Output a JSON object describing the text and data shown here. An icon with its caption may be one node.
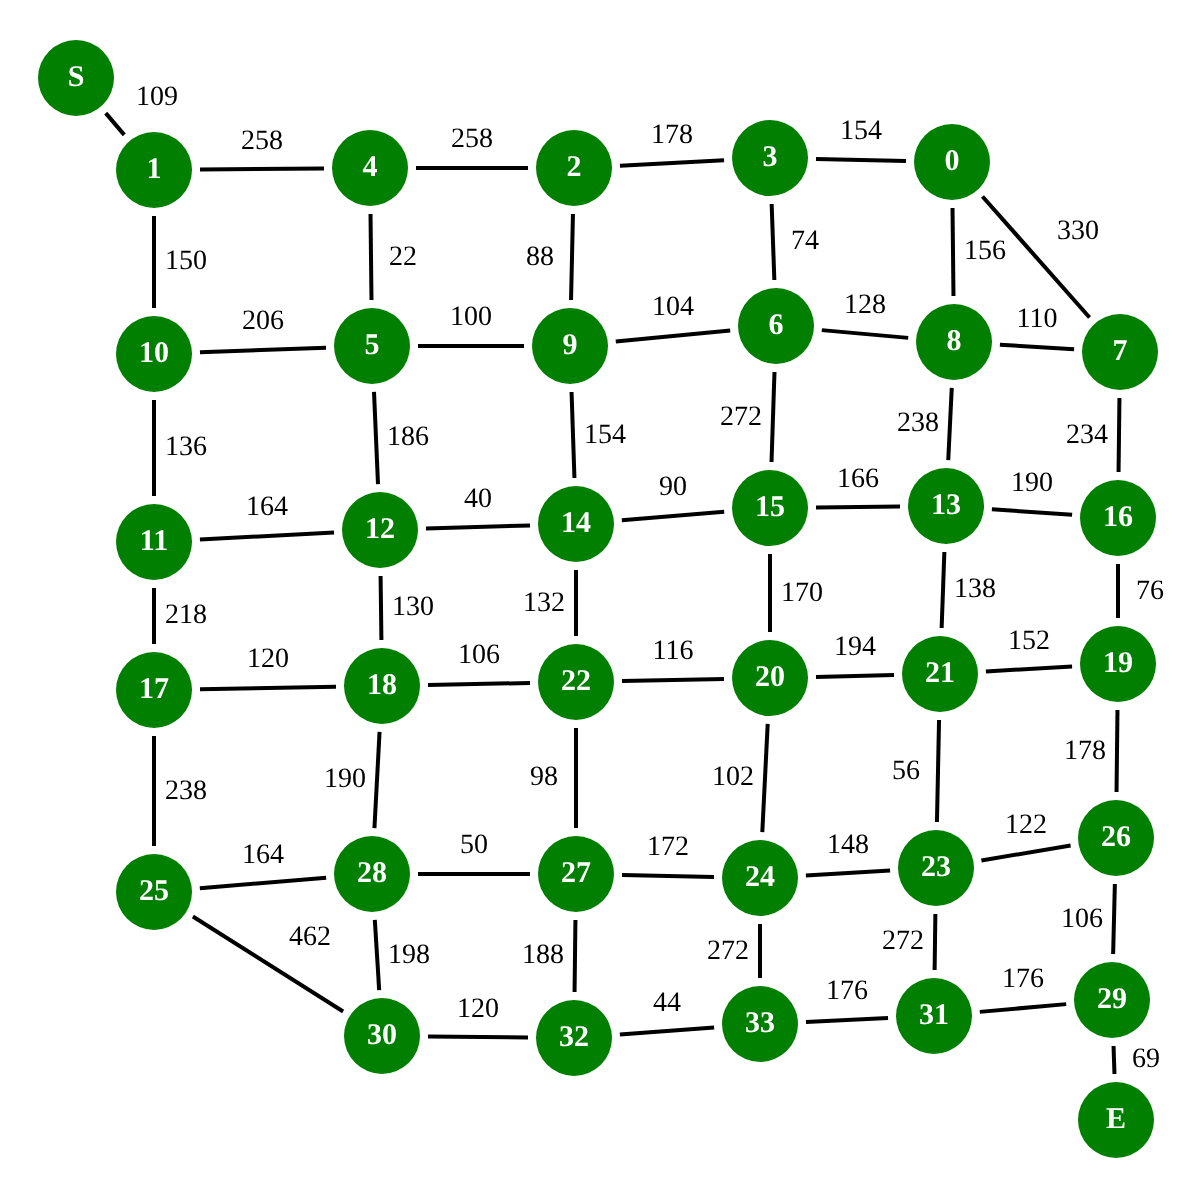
{
  "diagram": {
    "nodes": [
      {
        "text": [
          "S"
        ]
      },
      {
        "text": [
          "1"
        ]
      },
      {
        "text": [
          "4"
        ]
      },
      {
        "text": [
          "2"
        ]
      },
      {
        "text": [
          "3"
        ]
      },
      {
        "text": [
          "0"
        ]
      },
      {
        "text": [
          "10"
        ]
      },
      {
        "text": [
          "5"
        ]
      },
      {
        "text": [
          "9"
        ]
      },
      {
        "text": [
          "6"
        ]
      },
      {
        "text": [
          "8"
        ]
      },
      {
        "text": [
          "7"
        ]
      },
      {
        "text": [
          "11"
        ]
      },
      {
        "text": [
          "12"
        ]
      },
      {
        "text": [
          "14"
        ]
      },
      {
        "text": [
          "15"
        ]
      },
      {
        "text": [
          "13"
        ]
      },
      {
        "text": [
          "16"
        ]
      },
      {
        "text": [
          "17"
        ]
      },
      {
        "text": [
          "18"
        ]
      },
      {
        "text": [
          "22"
        ]
      },
      {
        "text": [
          "20"
        ]
      },
      {
        "text": [
          "21"
        ]
      },
      {
        "text": [
          "19"
        ]
      },
      {
        "text": [
          "25"
        ]
      },
      {
        "text": [
          "28"
        ]
      },
      {
        "text": [
          "27"
        ]
      },
      {
        "text": [
          "24"
        ]
      },
      {
        "text": [
          "23"
        ]
      },
      {
        "text": [
          "26"
        ]
      },
      {
        "text": [
          "30"
        ]
      },
      {
        "text": [
          "32"
        ]
      },
      {
        "text": [
          "33"
        ]
      },
      {
        "text": [
          "31"
        ]
      },
      {
        "text": [
          "29"
        ]
      },
      {
        "text": [
          "E"
        ]
      }
    ],
    "edges": [
      {
        "from": 0,
        "to": 1,
        "arrow": "none",
        "label": "109"
      },
      {
        "from": 1,
        "to": 2,
        "arrow": "none",
        "label": "258"
      },
      {
        "from": 2,
        "to": 3,
        "arrow": "none",
        "label": "258"
      },
      {
        "from": 3,
        "to": 4,
        "arrow": "none",
        "label": "178"
      },
      {
        "from": 4,
        "to": 5,
        "arrow": "none",
        "label": "154"
      },
      {
        "from": 5,
        "to": 11,
        "arrow": "none",
        "label": "330"
      },
      {
        "from": 1,
        "to": 6,
        "arrow": "none",
        "label": "150"
      },
      {
        "from": 2,
        "to": 7,
        "arrow": "none",
        "label": "22"
      },
      {
        "from": 3,
        "to": 8,
        "arrow": "none",
        "label": "88"
      },
      {
        "from": 4,
        "to": 9,
        "arrow": "none",
        "label": "74"
      },
      {
        "from": 5,
        "to": 10,
        "arrow": "none",
        "label": "156"
      },
      {
        "from": 6,
        "to": 7,
        "arrow": "none",
        "label": "206"
      },
      {
        "from": 7,
        "to": 8,
        "arrow": "none",
        "label": "100"
      },
      {
        "from": 8,
        "to": 9,
        "arrow": "none",
        "label": "104"
      },
      {
        "from": 9,
        "to": 10,
        "arrow": "none",
        "label": "128"
      },
      {
        "from": 10,
        "to": 11,
        "arrow": "none",
        "label": "110"
      },
      {
        "from": 6,
        "to": 12,
        "arrow": "none",
        "label": "136"
      },
      {
        "from": 7,
        "to": 13,
        "arrow": "none",
        "label": "186"
      },
      {
        "from": 8,
        "to": 14,
        "arrow": "none",
        "label": "154"
      },
      {
        "from": 9,
        "to": 15,
        "arrow": "none",
        "label": "272"
      },
      {
        "from": 10,
        "to": 16,
        "arrow": "none",
        "label": "238"
      },
      {
        "from": 11,
        "to": 17,
        "arrow": "none",
        "label": "234"
      },
      {
        "from": 12,
        "to": 13,
        "arrow": "none",
        "label": "164"
      },
      {
        "from": 13,
        "to": 14,
        "arrow": "none",
        "label": "40"
      },
      {
        "from": 14,
        "to": 15,
        "arrow": "none",
        "label": "90"
      },
      {
        "from": 15,
        "to": 16,
        "arrow": "none",
        "label": "166"
      },
      {
        "from": 16,
        "to": 17,
        "arrow": "none",
        "label": "190"
      },
      {
        "from": 12,
        "to": 18,
        "arrow": "none",
        "label": "218"
      },
      {
        "from": 13,
        "to": 19,
        "arrow": "none",
        "label": "130"
      },
      {
        "from": 14,
        "to": 20,
        "arrow": "none",
        "label": "132"
      },
      {
        "from": 15,
        "to": 21,
        "arrow": "none",
        "label": "170"
      },
      {
        "from": 16,
        "to": 22,
        "arrow": "none",
        "label": "138"
      },
      {
        "from": 17,
        "to": 23,
        "arrow": "none",
        "label": "76"
      },
      {
        "from": 18,
        "to": 19,
        "arrow": "none",
        "label": "120"
      },
      {
        "from": 19,
        "to": 20,
        "arrow": "none",
        "label": "106"
      },
      {
        "from": 20,
        "to": 21,
        "arrow": "none",
        "label": "116"
      },
      {
        "from": 21,
        "to": 22,
        "arrow": "none",
        "label": "194"
      },
      {
        "from": 22,
        "to": 23,
        "arrow": "none",
        "label": "152"
      },
      {
        "from": 18,
        "to": 24,
        "arrow": "none",
        "label": "238"
      },
      {
        "from": 19,
        "to": 25,
        "arrow": "none",
        "label": "190"
      },
      {
        "from": 20,
        "to": 26,
        "arrow": "none",
        "label": "98"
      },
      {
        "from": 21,
        "to": 27,
        "arrow": "none",
        "label": "102"
      },
      {
        "from": 22,
        "to": 28,
        "arrow": "none",
        "label": "56"
      },
      {
        "from": 23,
        "to": 29,
        "arrow": "none",
        "label": "178"
      },
      {
        "from": 24,
        "to": 25,
        "arrow": "none",
        "label": "164"
      },
      {
        "from": 25,
        "to": 26,
        "arrow": "none",
        "label": "50"
      },
      {
        "from": 26,
        "to": 27,
        "arrow": "none",
        "label": "172"
      },
      {
        "from": 27,
        "to": 28,
        "arrow": "none",
        "label": "148"
      },
      {
        "from": 28,
        "to": 29,
        "arrow": "none",
        "label": "122"
      },
      {
        "from": 24,
        "to": 30,
        "arrow": "none",
        "label": "462"
      },
      {
        "from": 25,
        "to": 30,
        "arrow": "none",
        "label": "198"
      },
      {
        "from": 26,
        "to": 31,
        "arrow": "none",
        "label": "188"
      },
      {
        "from": 27,
        "to": 32,
        "arrow": "none",
        "label": "272"
      },
      {
        "from": 28,
        "to": 33,
        "arrow": "none",
        "label": "272"
      },
      {
        "from": 29,
        "to": 34,
        "arrow": "none",
        "label": "106"
      },
      {
        "from": 30,
        "to": 31,
        "arrow": "none",
        "label": "120"
      },
      {
        "from": 31,
        "to": 32,
        "arrow": "none",
        "label": "44"
      },
      {
        "from": 32,
        "to": 33,
        "arrow": "none",
        "label": "176"
      },
      {
        "from": 33,
        "to": 34,
        "arrow": "none",
        "label": "176"
      },
      {
        "from": 34,
        "to": 35,
        "arrow": "none",
        "label": "69"
      }
    ]
  }
}
